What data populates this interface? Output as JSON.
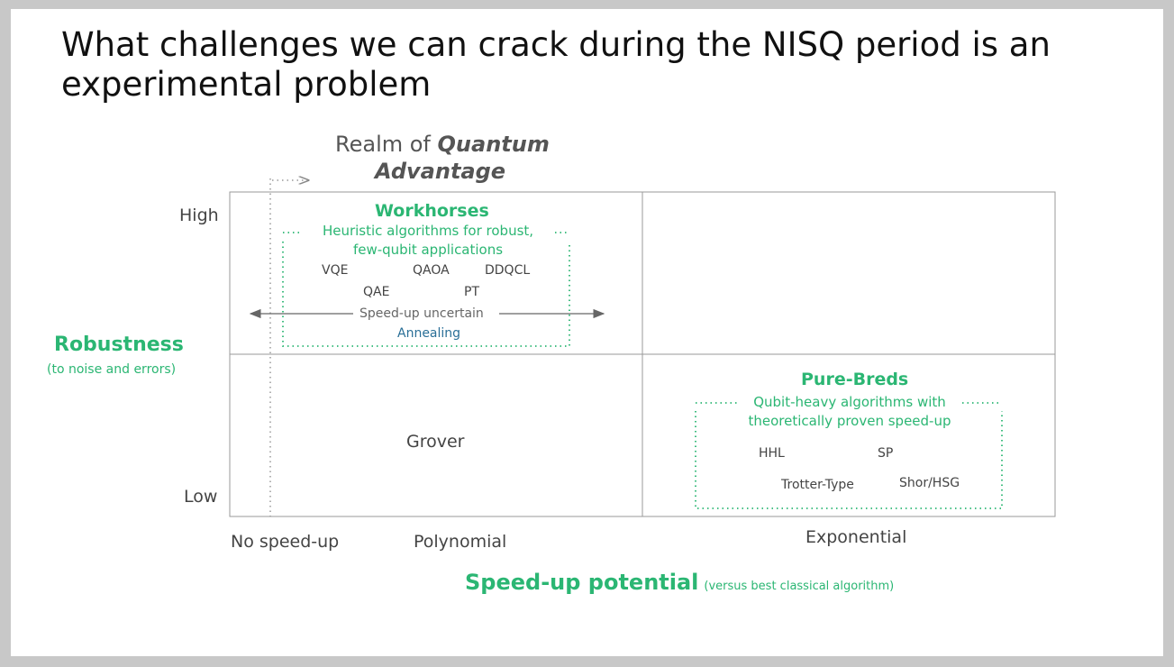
{
  "title": "What challenges we can crack during the NISQ period is an experimental problem",
  "realm": {
    "prefix": "Realm of",
    "emph1": "Quantum",
    "emph2": "Advantage"
  },
  "y_axis": {
    "title": "Robustness",
    "subtitle": "(to noise and errors)",
    "high": "High",
    "low": "Low"
  },
  "x_axis": {
    "title": "Speed-up potential",
    "subtitle": "(versus best classical algorithm)",
    "ticks": [
      "No speed-up",
      "Polynomial",
      "Exponential"
    ]
  },
  "workhorses": {
    "title": "Workhorses",
    "subtitle_line1": "Heuristic algorithms for robust,",
    "subtitle_line2": "few-qubit applications",
    "algorithms": [
      "VQE",
      "QAOA",
      "DDQCL",
      "QAE",
      "PT"
    ],
    "uncertain": "Speed-up uncertain",
    "annealing": "Annealing"
  },
  "purebreds": {
    "title": "Pure-Breds",
    "subtitle_line1": "Qubit-heavy algorithms with",
    "subtitle_line2": "theoretically proven speed-up",
    "algorithms": [
      "HHL",
      "SP",
      "Trotter-Type",
      "Shor/HSG"
    ]
  },
  "grover": "Grover",
  "colors": {
    "accent": "#2bb673",
    "annealing": "#2a6f97",
    "text": "#444444"
  }
}
